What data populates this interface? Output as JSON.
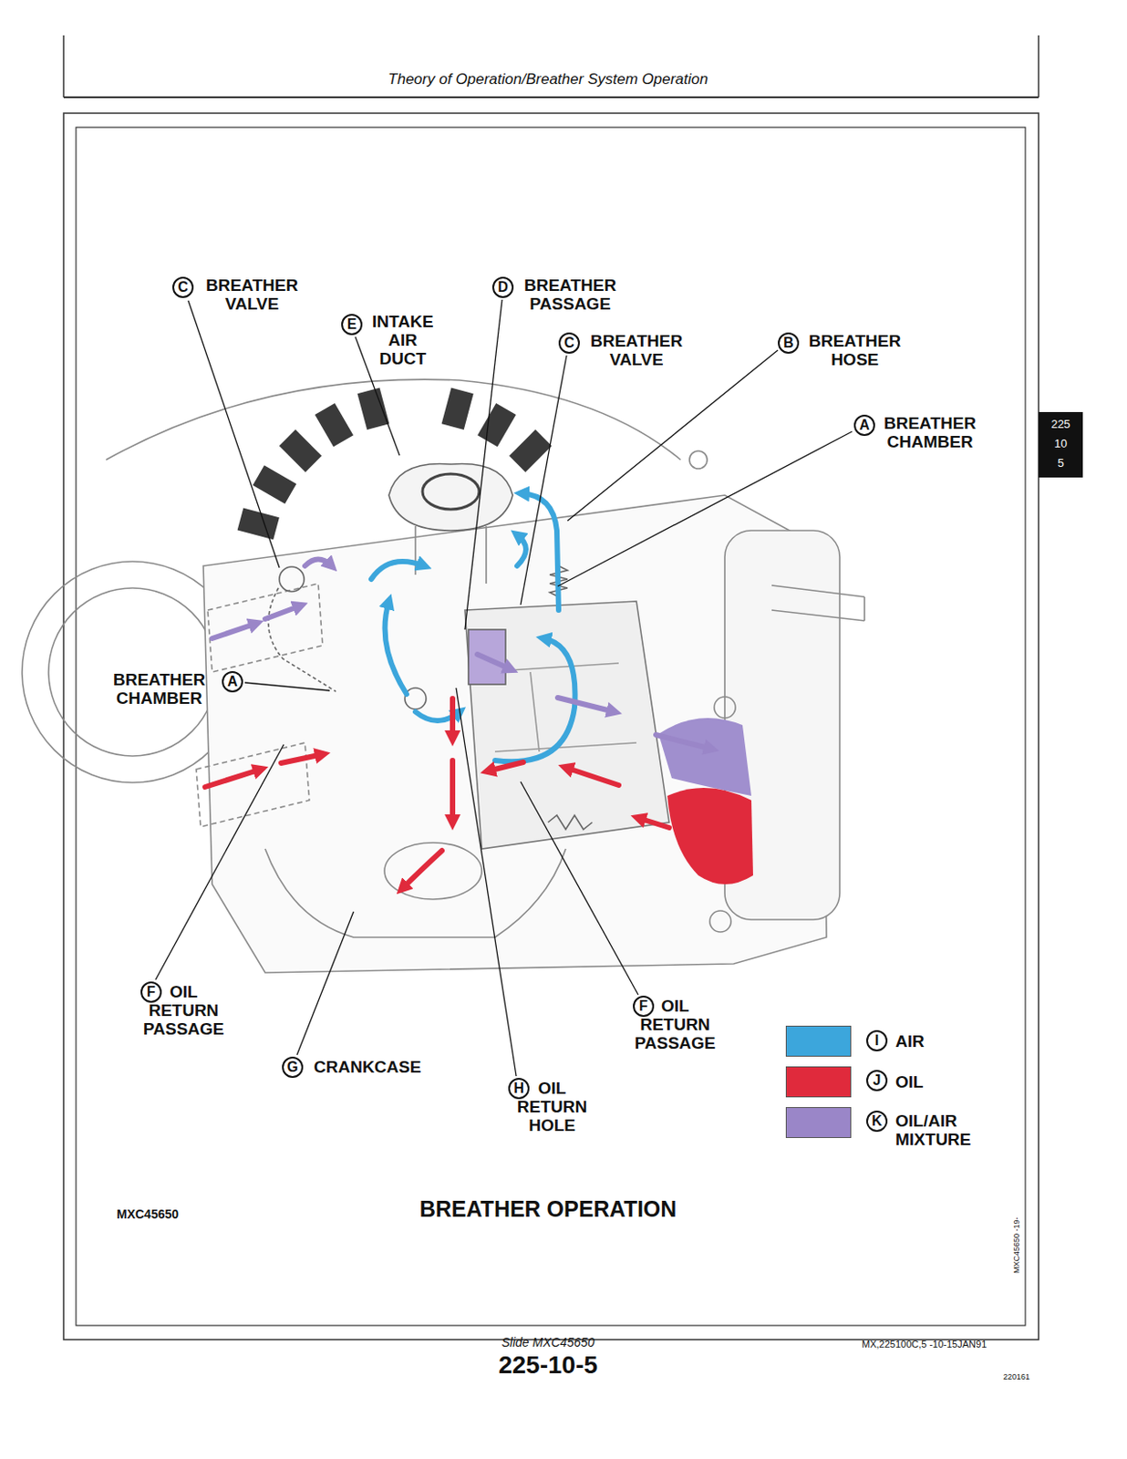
{
  "diagram": {
    "title": "BREATHER OPERATION",
    "labels": [
      "Theory of Operation/Breather System Operation",
      "C",
      "BREATHER VALVE",
      "E",
      "INTAKE AIR DUCT",
      "D",
      "BREATHER PASSAGE",
      "C",
      "BREATHER VALVE",
      "B",
      "BREATHER HOSE",
      "A",
      "BREATHER CHAMBER",
      "225",
      "10",
      "5",
      "BREATHER CHAMBER",
      "A",
      "F",
      "OIL RETURN PASSAGE",
      "G",
      "CRANKCASE",
      "H",
      "OIL RETURN HOLE",
      "F",
      "OIL RETURN PASSAGE",
      "I",
      "J",
      "K",
      "MXC45650",
      "Slide MXC45650",
      "225-10-5",
      "MX,225100C,5 -10-15JAN91",
      "220161",
      "MXC45650 -19-"
    ],
    "legend": [
      {
        "text": "AIR",
        "color": "#3ca6dc"
      },
      {
        "text": "OIL",
        "color": "#e02a3c"
      },
      {
        "text": "OIL/AIR MIXTURE",
        "color": "#9a86c8"
      }
    ]
  }
}
